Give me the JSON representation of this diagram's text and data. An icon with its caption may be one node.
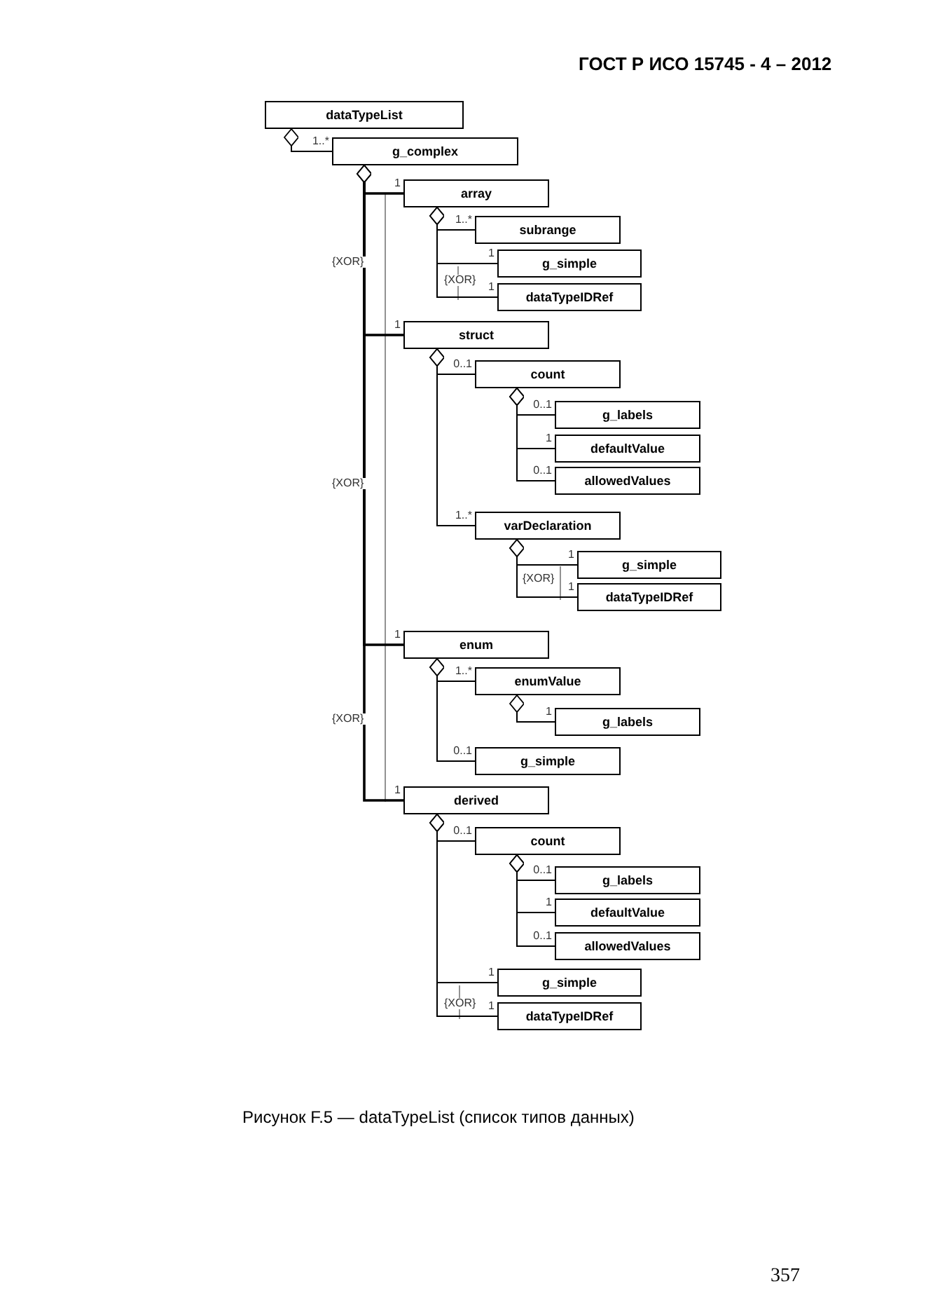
{
  "diagram": {
    "caption": "Рисунок F.5 — dataTypeList (список типов данных)",
    "nodes": [
      {
        "text": [
          "dataTypeList"
        ]
      },
      {
        "text": [
          "g_complex"
        ]
      },
      {
        "text": [
          "array"
        ]
      },
      {
        "text": [
          "subrange"
        ]
      },
      {
        "text": [
          "g_simple"
        ]
      },
      {
        "text": [
          "dataTypeIDRef"
        ]
      },
      {
        "text": [
          "struct"
        ]
      },
      {
        "text": [
          "count"
        ]
      },
      {
        "text": [
          "g_labels"
        ]
      },
      {
        "text": [
          "defaultValue"
        ]
      },
      {
        "text": [
          "allowedValues"
        ]
      },
      {
        "text": [
          "varDeclaration"
        ]
      },
      {
        "text": [
          "g_simple"
        ]
      },
      {
        "text": [
          "dataTypeIDRef"
        ]
      },
      {
        "text": [
          "enum"
        ]
      },
      {
        "text": [
          "enumValue"
        ]
      },
      {
        "text": [
          "g_labels"
        ]
      },
      {
        "text": [
          "g_simple"
        ]
      },
      {
        "text": [
          "derived"
        ]
      },
      {
        "text": [
          "count"
        ]
      },
      {
        "text": [
          "g_labels"
        ]
      },
      {
        "text": [
          "defaultValue"
        ]
      },
      {
        "text": [
          "allowedValues"
        ]
      },
      {
        "text": [
          "g_simple"
        ]
      },
      {
        "text": [
          "dataTypeIDRef"
        ]
      }
    ],
    "edges": [
      {
        "from": 0,
        "to": 1,
        "arrow": "other",
        "label": "1..*"
      },
      {
        "from": 1,
        "to": 2,
        "arrow": "other",
        "label": "1"
      },
      {
        "from": 2,
        "to": 3,
        "arrow": "other",
        "label": "1..*"
      },
      {
        "from": 2,
        "to": 4,
        "arrow": "other",
        "label": "1"
      },
      {
        "from": 2,
        "to": 5,
        "arrow": "other",
        "label": "1"
      },
      {
        "from": 1,
        "to": 6,
        "arrow": "other",
        "label": "1"
      },
      {
        "from": 6,
        "to": 7,
        "arrow": "other",
        "label": "0..1"
      },
      {
        "from": 7,
        "to": 8,
        "arrow": "other",
        "label": "0..1"
      },
      {
        "from": 7,
        "to": 9,
        "arrow": "other",
        "label": "1"
      },
      {
        "from": 7,
        "to": 10,
        "arrow": "other",
        "label": "0..1"
      },
      {
        "from": 6,
        "to": 11,
        "arrow": "other",
        "label": "1..*"
      },
      {
        "from": 11,
        "to": 12,
        "arrow": "other",
        "label": "1"
      },
      {
        "from": 11,
        "to": 13,
        "arrow": "other",
        "label": "1"
      },
      {
        "from": 1,
        "to": 14,
        "arrow": "other",
        "label": "1"
      },
      {
        "from": 14,
        "to": 15,
        "arrow": "other",
        "label": "1..*"
      },
      {
        "from": 15,
        "to": 16,
        "arrow": "other",
        "label": "1"
      },
      {
        "from": 14,
        "to": 17,
        "arrow": "other",
        "label": "0..1"
      },
      {
        "from": 1,
        "to": 18,
        "arrow": "other",
        "label": "1"
      },
      {
        "from": 18,
        "to": 19,
        "arrow": "other",
        "label": "0..1"
      },
      {
        "from": 19,
        "to": 20,
        "arrow": "other",
        "label": "0..1"
      },
      {
        "from": 19,
        "to": 21,
        "arrow": "other",
        "label": "1"
      },
      {
        "from": 19,
        "to": 22,
        "arrow": "other",
        "label": "0..1"
      },
      {
        "from": 18,
        "to": 23,
        "arrow": "other",
        "label": "1"
      },
      {
        "from": 18,
        "to": 24,
        "arrow": "other",
        "label": "1"
      }
    ],
    "labels": [
      "ГОСТ Р ИСО 15745 - 4 – 2012",
      "{XOR}",
      "{XOR}",
      "{XOR}",
      "{XOR}",
      "{XOR}",
      "{XOR}",
      "357"
    ]
  }
}
